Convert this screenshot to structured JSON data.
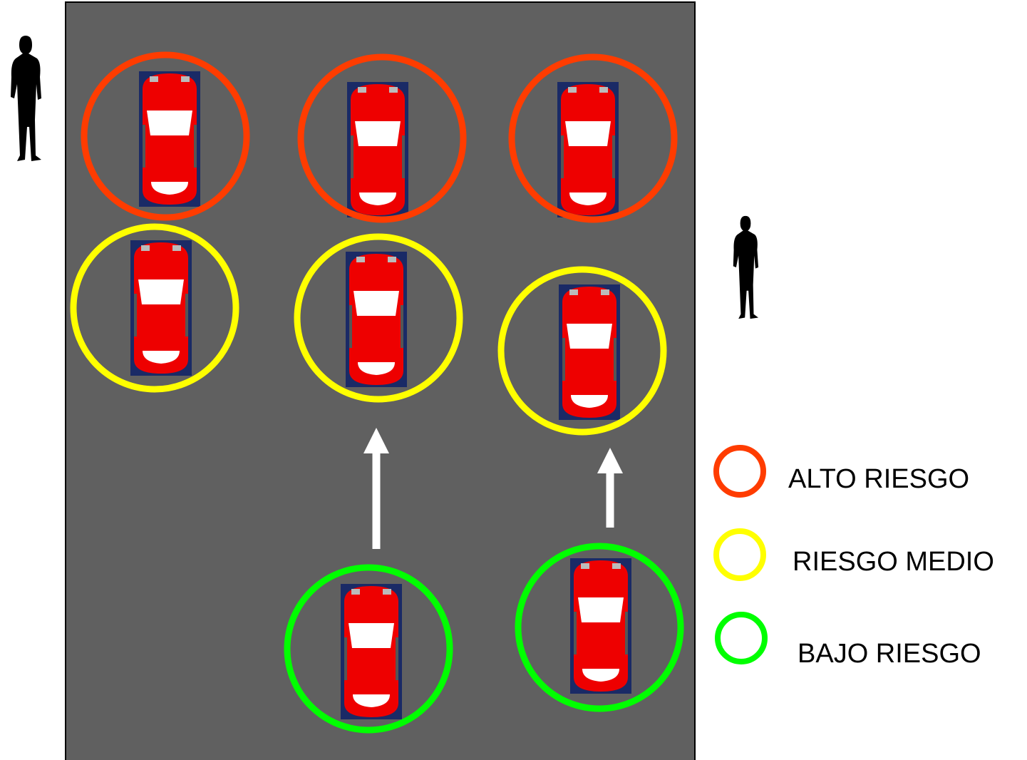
{
  "colors": {
    "road": "#606060",
    "high_risk": "#ff3c00",
    "medium_risk": "#ffff00",
    "low_risk": "#00ff00",
    "car_body": "#ee0000",
    "car_body_rear": "#cc0000",
    "arrow": "#ffffff",
    "person": "#000000"
  },
  "cars": [
    {
      "id": "car-1",
      "risk": "high"
    },
    {
      "id": "car-2",
      "risk": "high"
    },
    {
      "id": "car-3",
      "risk": "high"
    },
    {
      "id": "car-4",
      "risk": "medium"
    },
    {
      "id": "car-5",
      "risk": "medium"
    },
    {
      "id": "car-6",
      "risk": "medium"
    },
    {
      "id": "car-7",
      "risk": "low"
    },
    {
      "id": "car-8",
      "risk": "low"
    }
  ],
  "legend": [
    {
      "risk": "high",
      "label": "ALTO RIESGO",
      "icon": "red-circle-icon"
    },
    {
      "risk": "medium",
      "label": "RIESGO MEDIO",
      "icon": "yellow-circle-icon"
    },
    {
      "risk": "low",
      "label": "BAJO RIESGO",
      "icon": "green-circle-icon"
    }
  ],
  "icons": {
    "person": "person-silhouette-icon",
    "arrow": "up-arrow-icon",
    "car": "car-top-view-icon"
  }
}
